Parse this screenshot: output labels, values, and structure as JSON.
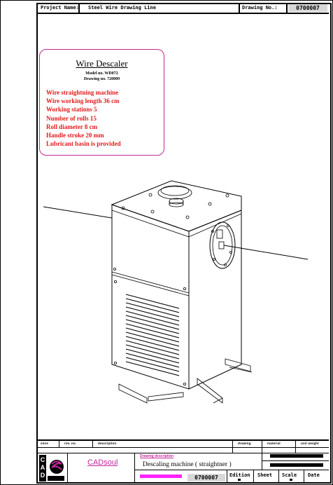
{
  "title_block": {
    "project_name_label": "Project Name:",
    "project_name": "Steel Wire Drawing Line",
    "drawing_no_label": "Drawing No.:",
    "drawing_no": "0700007"
  },
  "spec_card": {
    "title": "Wire Descaler",
    "model": "Model no. WD072",
    "drawing": "Drawing no. 720009",
    "lines": [
      "Wire straightning machine",
      "Wire working length 36 cm",
      "Working stations 5",
      "Number of rolls 15",
      "Roll diameter 8 cm",
      "Handle stroke 20 mm",
      "Lubricant basin is provided"
    ]
  },
  "bottom_block": {
    "headers": [
      "zone",
      "rev. no.",
      "description",
      "drawing",
      "material",
      "unit weight"
    ],
    "company": "CADsoul",
    "logo_text": "CAD",
    "drawing_heading": "Drawing description",
    "drawing_title": "Descaling machine ( straightner )",
    "drawing_no": "0700007",
    "edition_label": "Edition",
    "sheet_label": "Sheet",
    "scale_label": "Scale",
    "date_label": "Date"
  },
  "colors": {
    "accent_magenta": "#c2289a",
    "spec_red": "#e21a1a",
    "highlight_fill": "#ff22ff",
    "number_box": "#d8d8d8"
  }
}
